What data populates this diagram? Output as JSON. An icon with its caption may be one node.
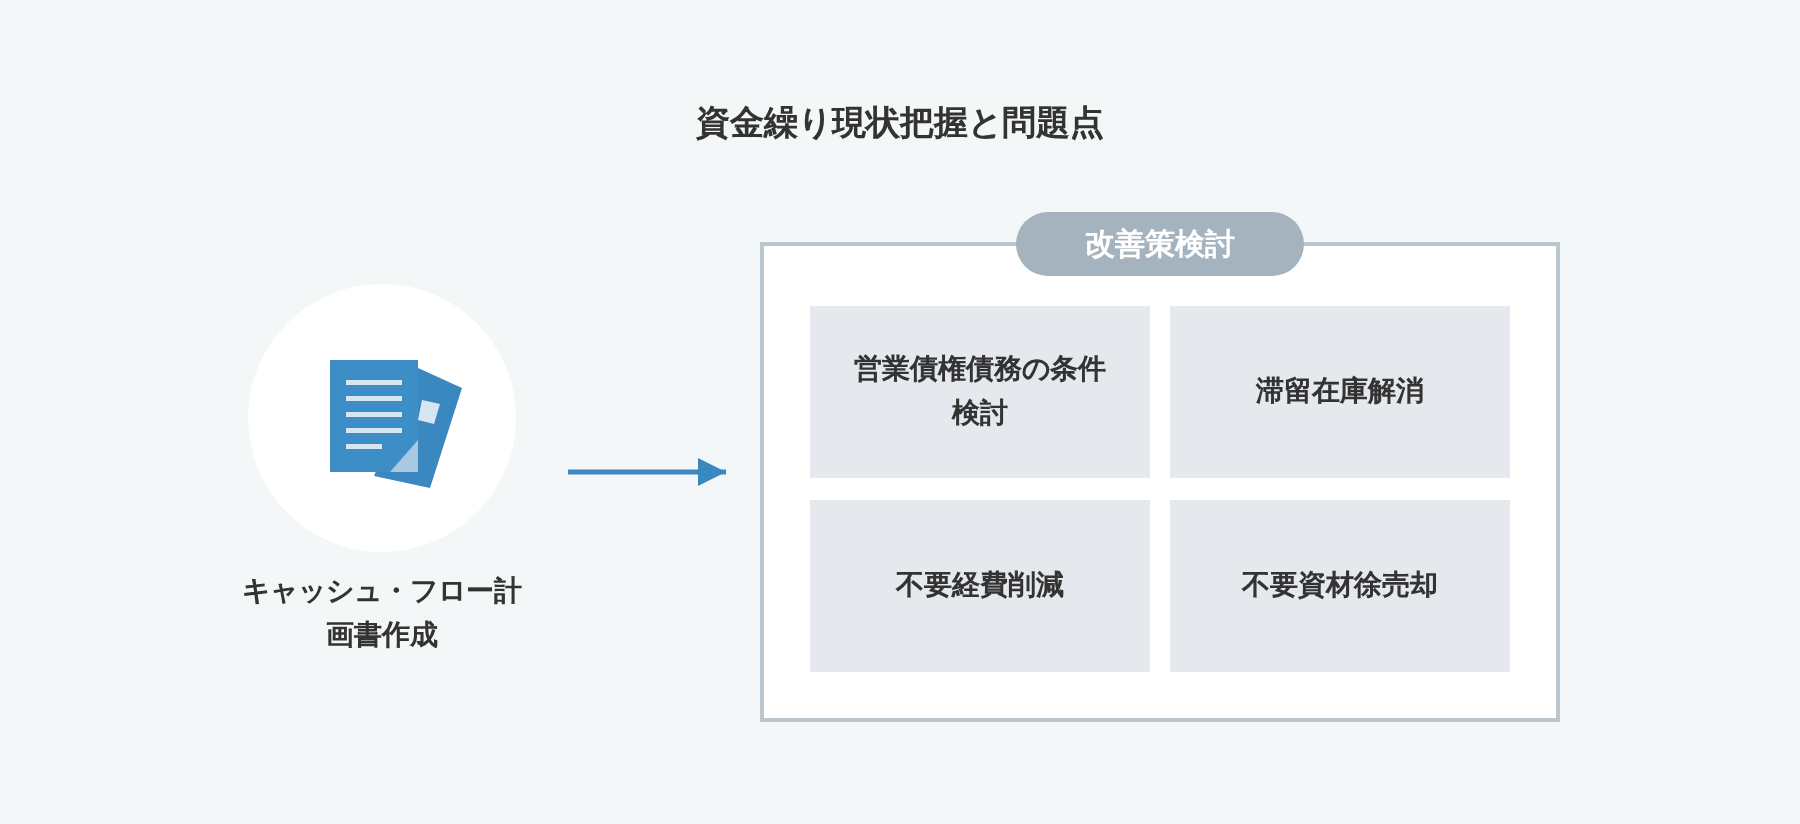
{
  "diagram": {
    "title": "資金繰り現状把握と問題点",
    "nodes": [
      {
        "text": [
          "キャッシュ・フロー計画書作成"
        ]
      },
      {
        "text": [
          "改善策検討"
        ]
      },
      {
        "text": [
          "営業債権債務の条件検討"
        ],
        "in": 1
      },
      {
        "text": [
          "滞留在庫解消"
        ],
        "in": 1
      },
      {
        "text": [
          "不要経費削減"
        ],
        "in": 1
      },
      {
        "text": [
          "不要資材徐売却"
        ],
        "in": 1
      }
    ],
    "edges": [
      {
        "from": 0,
        "to": 1,
        "arrow": "to"
      }
    ]
  }
}
